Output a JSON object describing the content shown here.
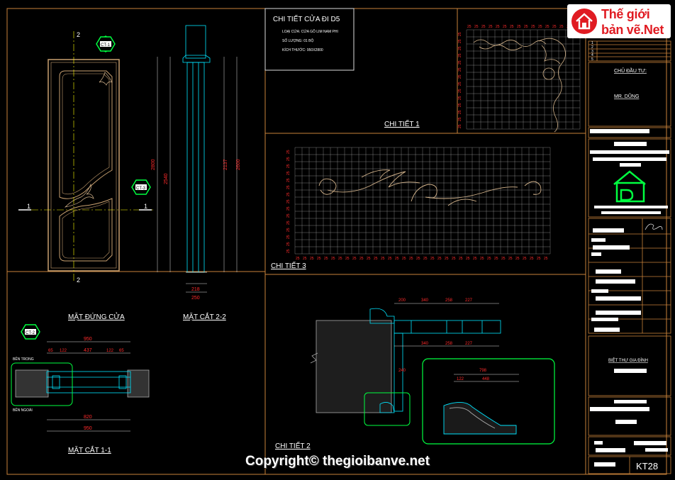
{
  "drawing": {
    "detail_title": "CHI TIẾT CỬA ĐI D5",
    "detail_lines": [
      "LOẠI CỬA: CỬA GỖ LIM NAM PHI",
      "SỐ LƯỢNG: 01 BỘ",
      "KÍCH THƯỚC: 950X2800"
    ],
    "views": {
      "elevation": "MẶT ĐỨNG CỬA",
      "section22": "MẶT CẮT 2-2",
      "section11": "MẶT CẮT 1-1",
      "detail1": "CHI TIẾT 1",
      "detail2": "CHI TIẾT 2",
      "detail3": "CHI TIẾT 3"
    },
    "callouts": {
      "ct1": "CT-1",
      "ct3": "CT-3",
      "ct2": "CT-2"
    },
    "section_marks": {
      "s1": "1",
      "s2": "2"
    },
    "side_labels": {
      "inside": "BÊN TRONG",
      "outside": "BÊN NGOÀI"
    },
    "dims": {
      "h2800": "2800",
      "h2540": "2540",
      "h2137": "2137",
      "h2600": "2600",
      "w950": "950",
      "w820": "820",
      "w437": "437",
      "w218": "218",
      "w250": "250",
      "w65": "65",
      "w122": "122",
      "d200": "200",
      "d340": "340",
      "d258": "258",
      "d227": "227",
      "d240": "240",
      "d798": "798",
      "d448": "448",
      "d122": "122"
    },
    "grid_dim": "25"
  },
  "title_block": {
    "revisions": [
      "1",
      "2",
      "3",
      "4",
      "5"
    ],
    "owner_label": "CHỦ ĐẦU TƯ:",
    "owner_name": "MR. DŨNG",
    "project": "BIỆT THỰ GIA ĐÌNH",
    "sheet_no": "KT28"
  },
  "logo": {
    "line1": "Thế giới",
    "line2": "bản vẽ.Net"
  },
  "watermark": "Copyright© thegioibanve.net",
  "colors": {
    "frame": "#c8823a",
    "dim": "#ff2b2b",
    "section": "#00e5ff",
    "green": "#00ff40",
    "wood": "#c8a070",
    "text": "#ffffff"
  }
}
